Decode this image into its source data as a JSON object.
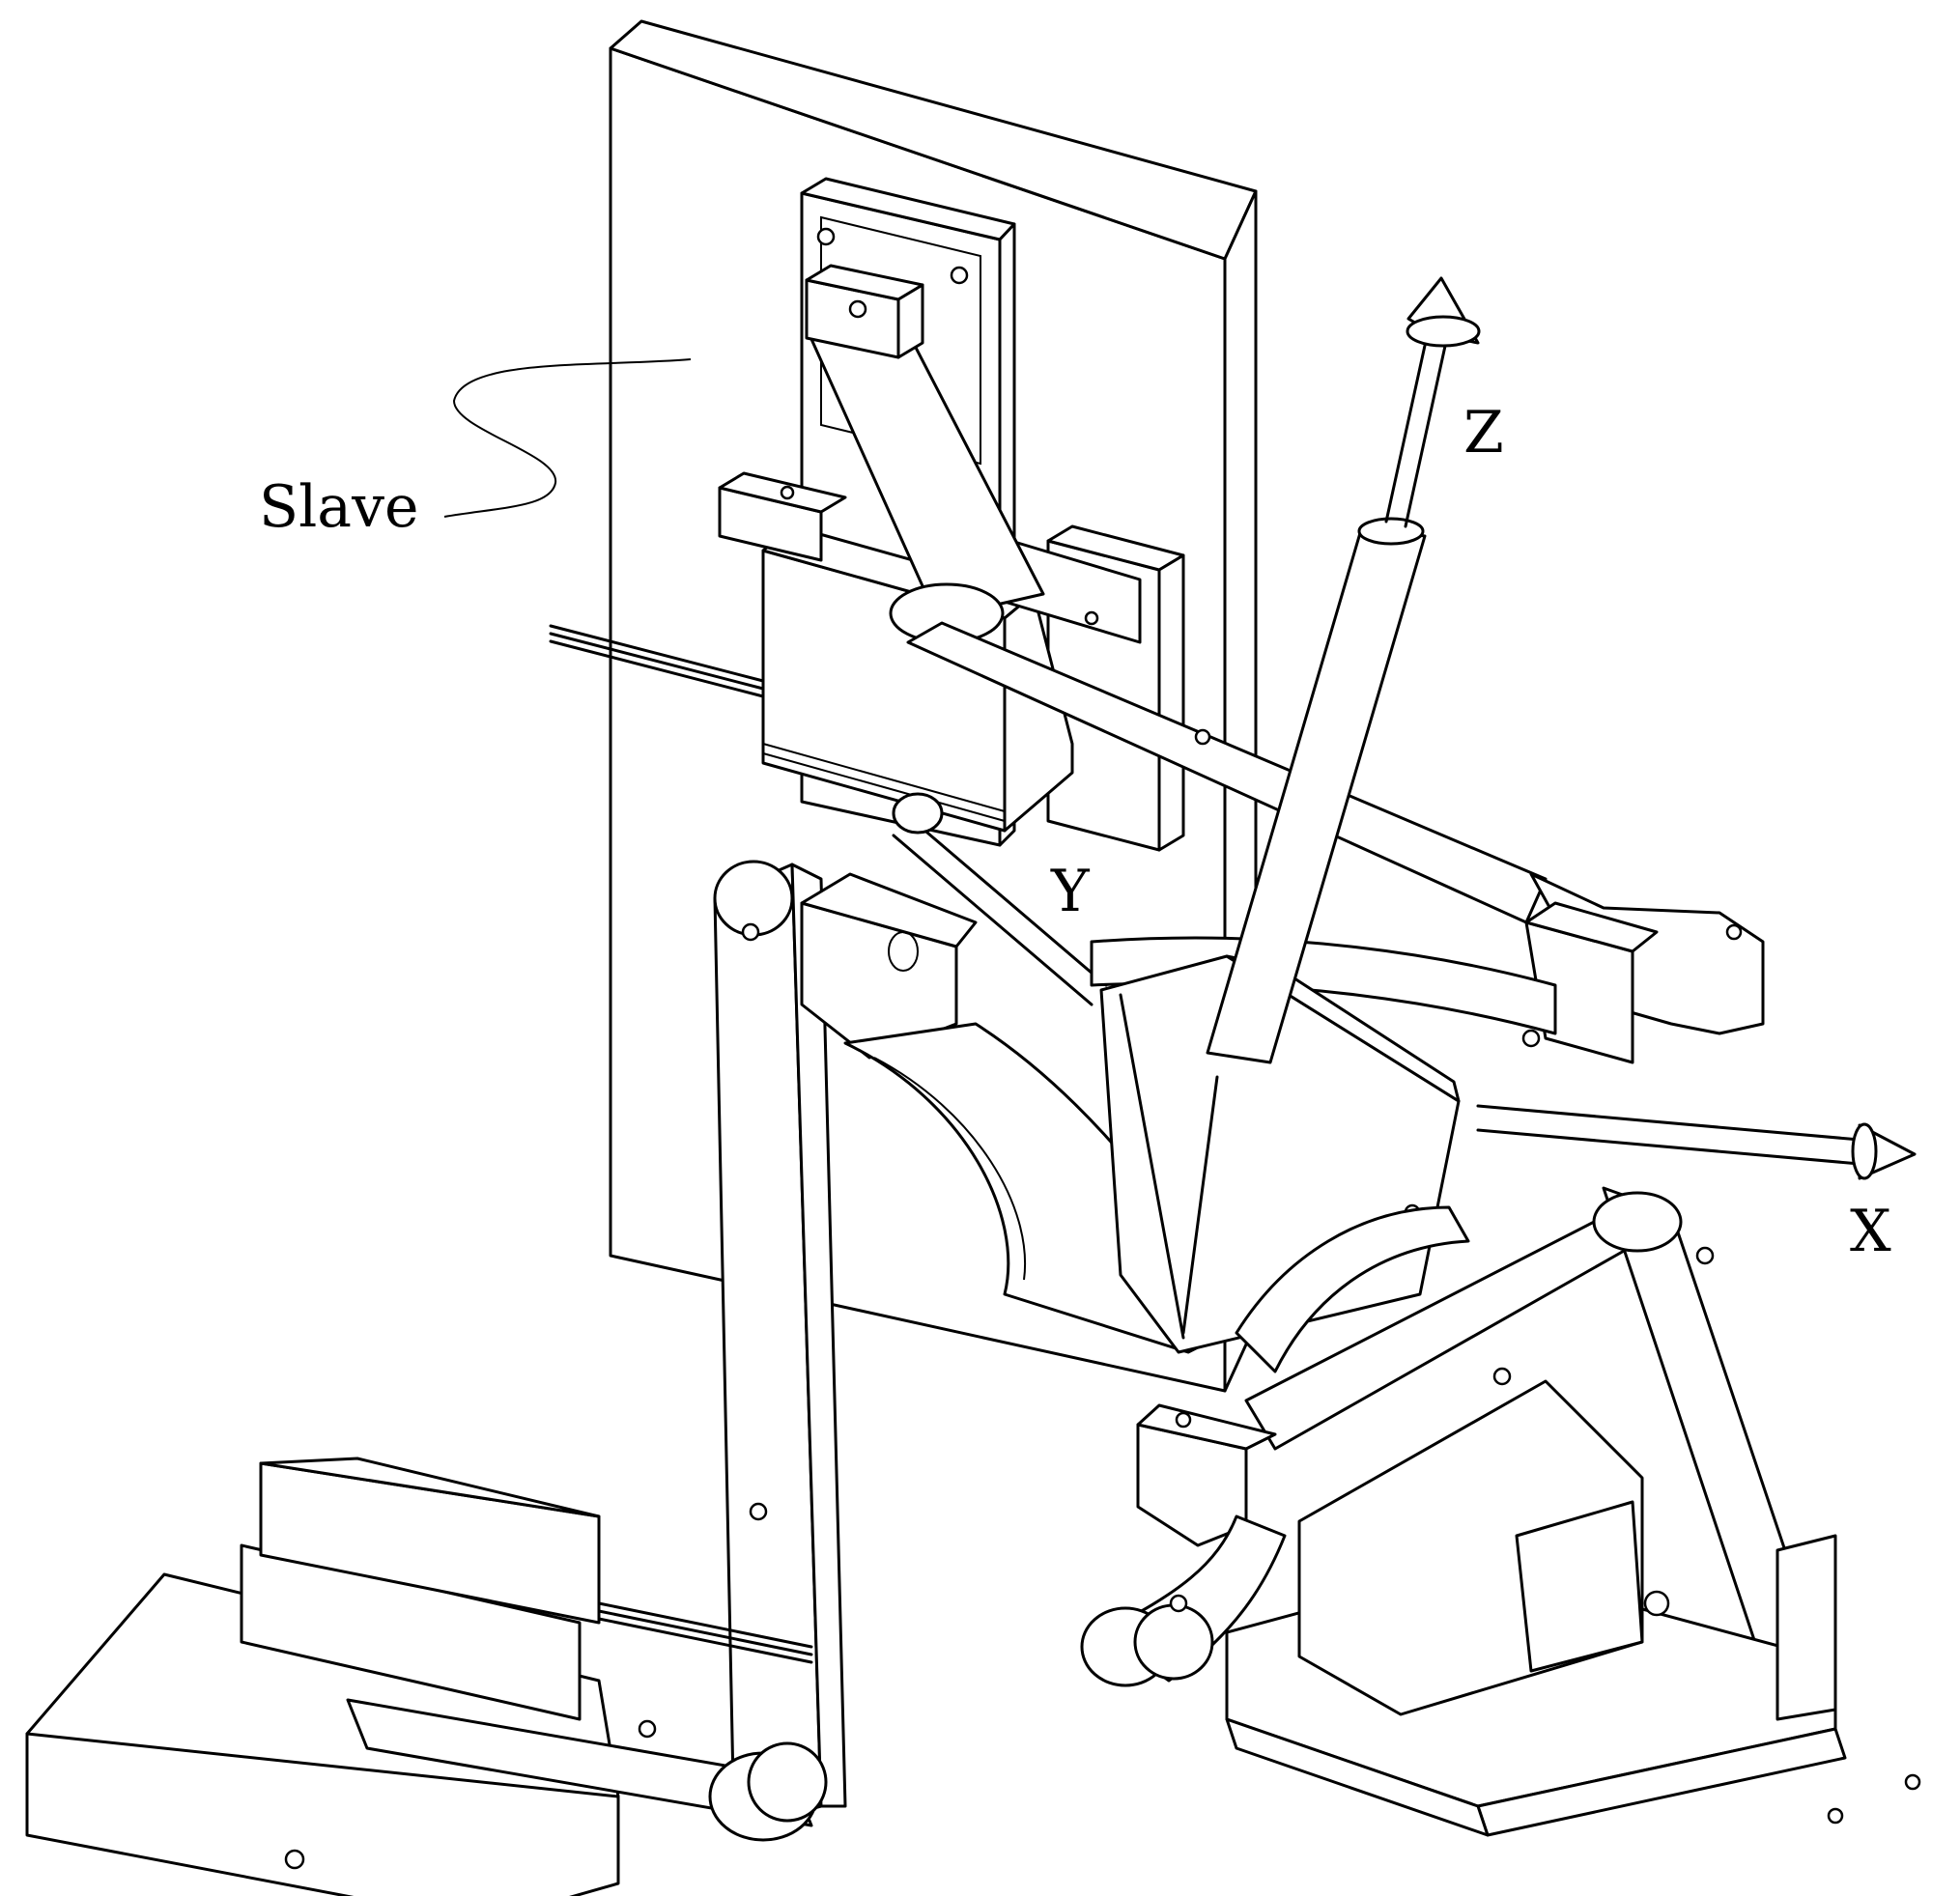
{
  "labels": {
    "slave": "Slave",
    "axis_x": "X",
    "axis_y": "Y",
    "axis_z": "Z"
  },
  "colors": {
    "line": "#000000",
    "background": "#ffffff"
  }
}
